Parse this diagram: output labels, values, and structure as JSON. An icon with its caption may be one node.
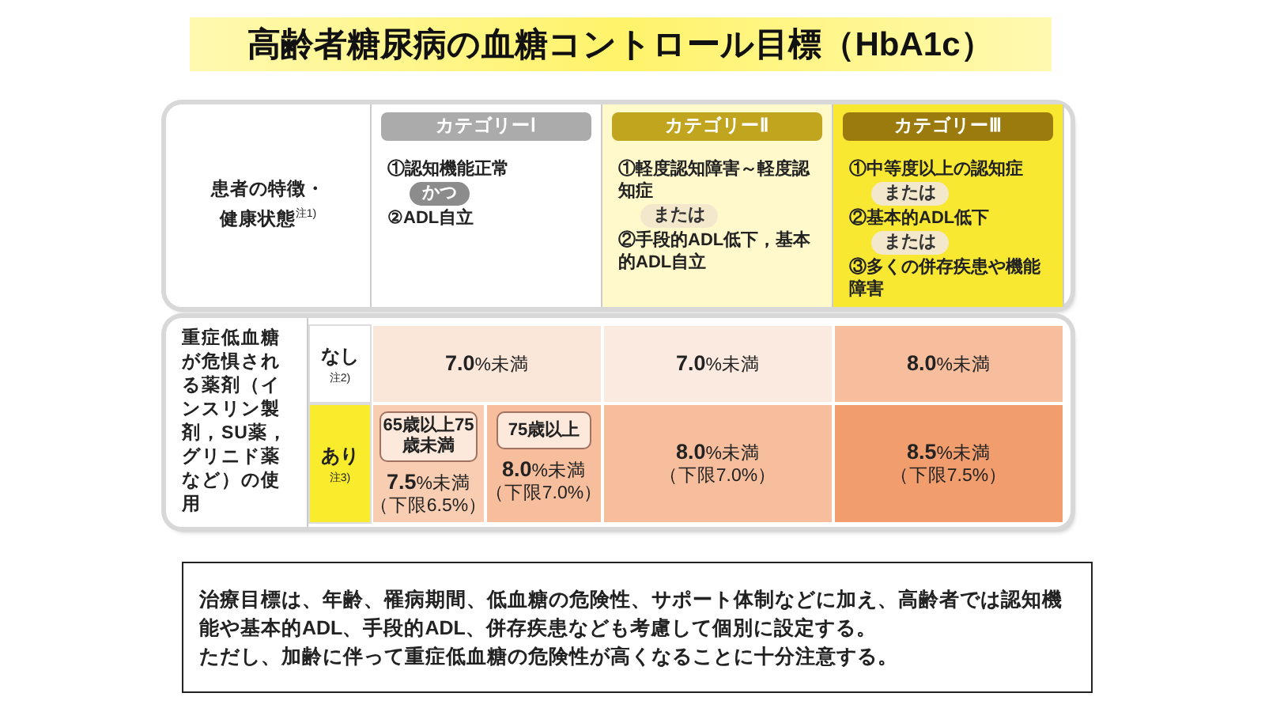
{
  "diagram": {
    "title": "高齢者糖尿病の血糖コントロール目標（HbA1c）",
    "nodes": [
      {
        "text": [],
        "shape": "box"
      },
      {
        "text": [
          "患者の特徴・健康状態$^{注1)}$"
        ],
        "in": 0
      },
      {
        "text": [
          "①認知機能正常",
          "②ADL自立"
        ],
        "in": 0
      },
      {
        "text": [
          "カテゴリーⅠ"
        ],
        "in": 2
      },
      {
        "text": [
          "かつ"
        ],
        "in": 2
      },
      {
        "text": [
          "①軽度認知障害～軽度認知症",
          "②手段的ADL低下，基本的ADL自立"
        ],
        "in": 0
      },
      {
        "text": [
          "カテゴリーⅡ"
        ],
        "in": 5
      },
      {
        "text": [
          "または"
        ],
        "in": 5
      },
      {
        "text": [
          "①中等度以上の認知症",
          "②基本的ADL低下",
          "③多くの併存疾患や機能障害"
        ],
        "in": 0
      },
      {
        "text": [
          "カテゴリーⅢ"
        ],
        "in": 8
      },
      {
        "text": [
          "または"
        ],
        "in": 8
      },
      {
        "text": [
          "または"
        ],
        "in": 8
      },
      {
        "text": [],
        "shape": "box"
      },
      {
        "text": [
          "重症低血糖が危惧される薬剤（インスリン製剤，SU薬，グリニド薬など）の使用"
        ],
        "in": 12
      },
      {
        "text": [
          "なし",
          "注2)"
        ],
        "in": 12
      },
      {
        "text": [
          "**7.0**%未満"
        ],
        "in": 12
      },
      {
        "text": [
          "**7.0**%未満"
        ],
        "in": 12
      },
      {
        "text": [
          "**8.0**%未満"
        ],
        "in": 12
      },
      {
        "text": [
          "あり",
          "注3)"
        ],
        "in": 12
      },
      {
        "text": [
          "**7.5**%未満",
          "（下限6.5%）"
        ],
        "in": 12
      },
      {
        "text": [
          "65歳以上75歳未満"
        ],
        "in": 19
      },
      {
        "text": [
          "**8.0**%未満",
          "（下限7.0%）"
        ],
        "in": 12
      },
      {
        "text": [
          "75歳以上"
        ],
        "in": 21
      },
      {
        "text": [
          "**8.0**%未満",
          "（下限7.0%）"
        ],
        "in": 12
      },
      {
        "text": [
          "**8.5**%未満",
          "（下限7.5%）"
        ],
        "in": 12
      },
      {
        "text": [
          "治療目標は、年齢、罹病期間、低血糖の危険性、サポート体制などに加え、高齢者では認知機能や基本的ADL、手段的ADL、併存疾患なども考慮して個別に設定する。",
          "ただし、加齢に伴って重症低血糖の危険性が高くなることに十分注意する。"
        ]
      }
    ],
    "edges": []
  }
}
